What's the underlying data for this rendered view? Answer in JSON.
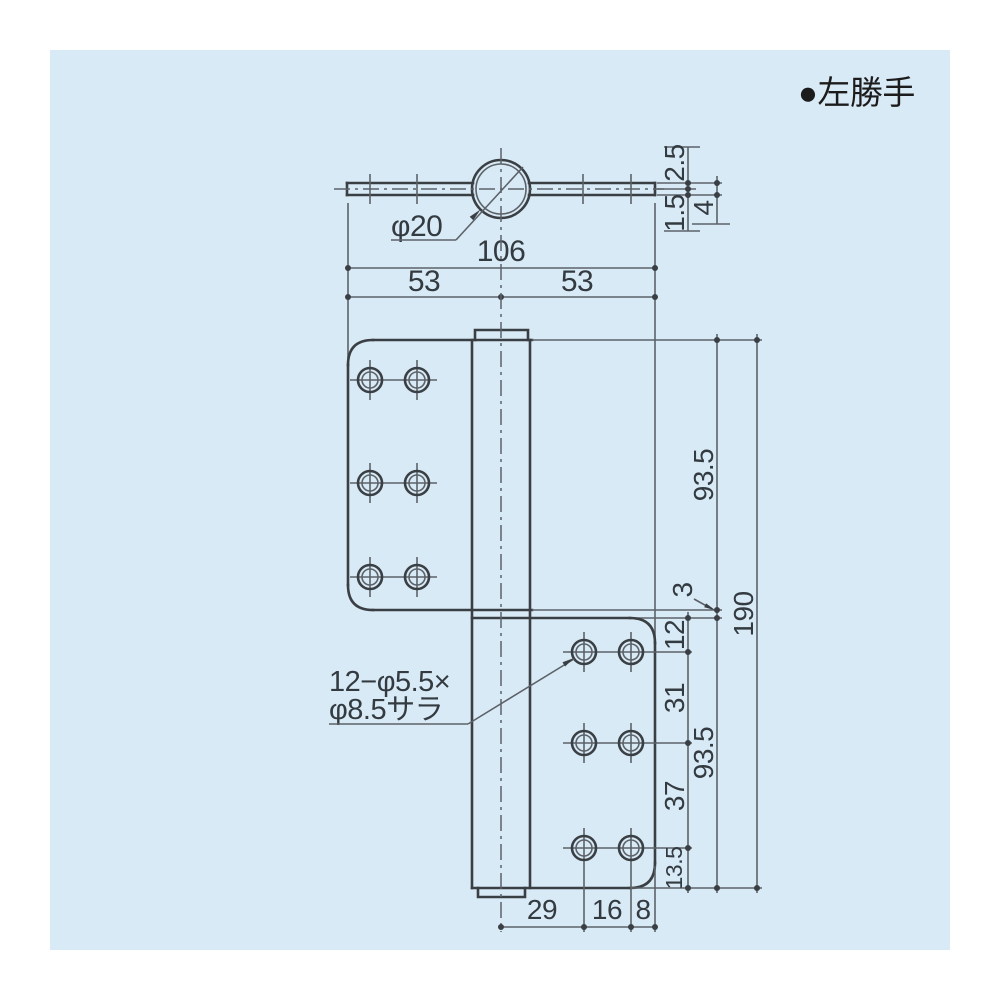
{
  "colors": {
    "panel_bg": "#d9eaf7",
    "line": "#3a3f44",
    "text": "#333a40"
  },
  "handing_label": "●左勝手",
  "top_view": {
    "knuckle_diameter": "φ20",
    "thickness_upper": "2.5",
    "thickness_lower": "1.5",
    "thickness_total": "4"
  },
  "front_view": {
    "width_total": "106",
    "width_left_half": "53",
    "width_right_half": "53",
    "upper_leaf_height": "93.5",
    "leaf_gap": "3",
    "overall_height": "190",
    "hole_offset_top": "12",
    "hole_pitch_upper": "31",
    "lower_leaf_height": "93.5",
    "hole_pitch_lower": "37",
    "hole_offset_bottom": "13.5",
    "hole_col_from_center": "29",
    "hole_col_pitch": "16",
    "hole_edge_margin": "8",
    "holes_note_line1": "12−φ5.5×",
    "holes_note_line2": "φ8.5サラ"
  }
}
